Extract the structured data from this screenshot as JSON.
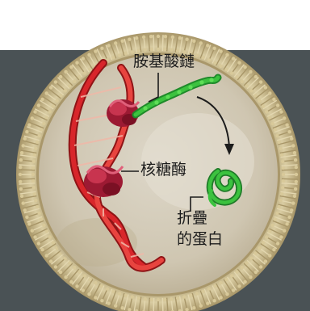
{
  "colors": {
    "page_background": "#ffffff",
    "backdrop_band": "#4a5255",
    "membrane": "#c8b98a",
    "cell_interior": "#d9d2c2",
    "rna_ribbon": "#d8262b",
    "ribosome": "#b0203a",
    "amino_chain": "#3cc23f",
    "folded_protein": "#2fa83a",
    "arrow": "#1c1c1c"
  },
  "icons": {
    "arrow": "curved-arrow-icon"
  },
  "labels": {
    "amino_acid_chain": "胺基酸鏈",
    "ribosome": "核糖酶",
    "folded_protein_line1": "折疊",
    "folded_protein_line2": "的蛋白"
  }
}
